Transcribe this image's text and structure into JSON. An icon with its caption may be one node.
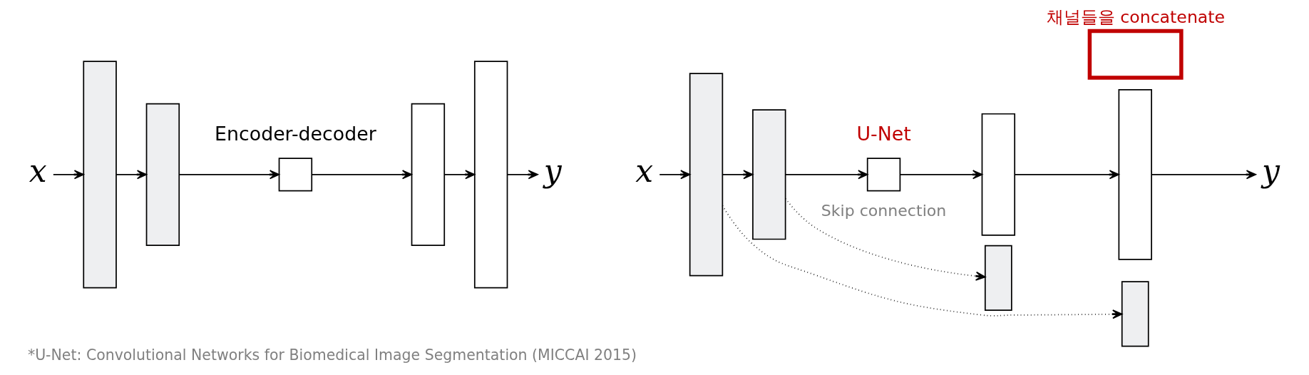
{
  "diagram": {
    "caption": "*U-Net: Convolutional Networks for Biomedical Image Segmentation (MICCAI 2015)",
    "nodes": [
      {
        "text": [
          "x"
        ]
      },
      {
        "text": [],
        "shape": "box"
      },
      {
        "text": [],
        "shape": "box"
      },
      {
        "text": [],
        "shape": "box"
      },
      {
        "text": [],
        "shape": "box"
      },
      {
        "text": [],
        "shape": "box"
      },
      {
        "text": [
          "y"
        ]
      },
      {
        "text": [
          "x"
        ]
      },
      {
        "text": [],
        "shape": "box"
      },
      {
        "text": [],
        "shape": "box"
      },
      {
        "text": [],
        "shape": "box"
      },
      {
        "text": [],
        "shape": "box"
      },
      {
        "text": [],
        "shape": "box"
      },
      {
        "text": [
          "채널들을 concatenate"
        ]
      },
      {
        "text": [],
        "shape": "box"
      },
      {
        "text": [],
        "shape": "box"
      },
      {
        "text": [
          "y"
        ]
      }
    ],
    "edges": [
      {
        "from": 0,
        "to": 1,
        "arrow": "to"
      },
      {
        "from": 1,
        "to": 2,
        "arrow": "to"
      },
      {
        "from": 2,
        "to": 3,
        "arrow": "to"
      },
      {
        "from": 3,
        "to": 4,
        "arrow": "to"
      },
      {
        "from": 4,
        "to": 5,
        "arrow": "to"
      },
      {
        "from": 5,
        "to": 6,
        "arrow": "to"
      },
      {
        "from": 7,
        "to": 8,
        "arrow": "to"
      },
      {
        "from": 8,
        "to": 9,
        "arrow": "to"
      },
      {
        "from": 9,
        "to": 10,
        "arrow": "to"
      },
      {
        "from": 10,
        "to": 12,
        "arrow": "to"
      },
      {
        "from": 12,
        "to": 15,
        "arrow": "to"
      },
      {
        "from": 15,
        "to": 16,
        "arrow": "to"
      },
      {
        "from": 9,
        "to": 11,
        "arrow": "to",
        "style": "dashed"
      },
      {
        "from": 8,
        "to": 14,
        "arrow": "to",
        "style": "dashed"
      }
    ],
    "labels": [
      "Encoder-decoder",
      "U-Net",
      "Skip connection"
    ]
  }
}
